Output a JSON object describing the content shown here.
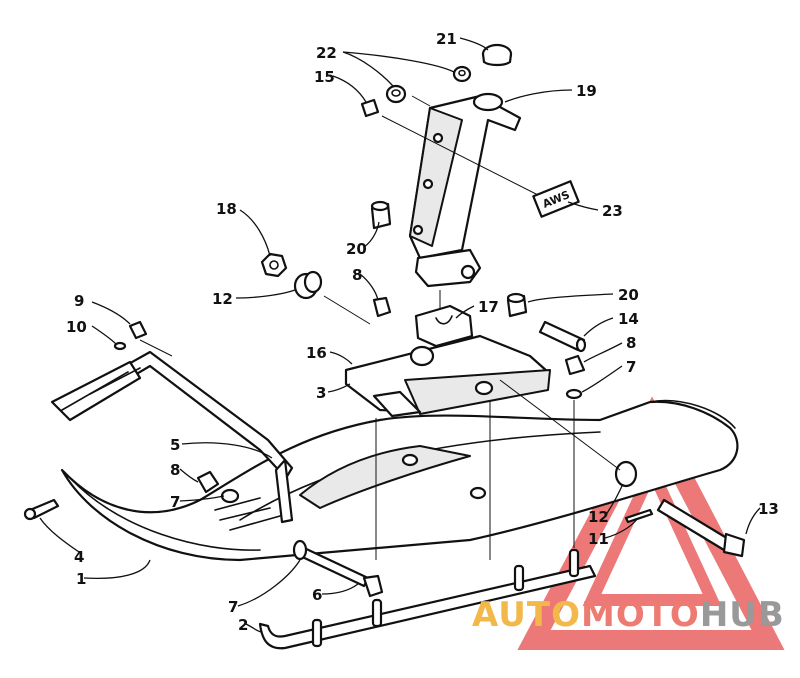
{
  "diagram": {
    "decal_label": "AWS",
    "callouts": {
      "c1": "1",
      "c2": "2",
      "c3": "3",
      "c4": "4",
      "c5": "5",
      "c6": "6",
      "c7a": "7",
      "c7b": "7",
      "c7c": "7",
      "c8a": "8",
      "c8b": "8",
      "c8c": "8",
      "c9": "9",
      "c10": "10",
      "c11": "11",
      "c12a": "12",
      "c12b": "12",
      "c13": "13",
      "c14": "14",
      "c15": "15",
      "c16": "16",
      "c17": "17",
      "c18": "18",
      "c19": "19",
      "c20a": "20",
      "c20b": "20",
      "c21": "21",
      "c22": "22",
      "c23": "23"
    }
  },
  "watermark": {
    "word_part1": "AUTO",
    "word_part2": "MOTO",
    "word_part3": "HUB",
    "colors": {
      "part1": "#f2b94a",
      "part2": "#ee7b72",
      "part3": "#999999",
      "triangle": "#e64c4c"
    }
  }
}
